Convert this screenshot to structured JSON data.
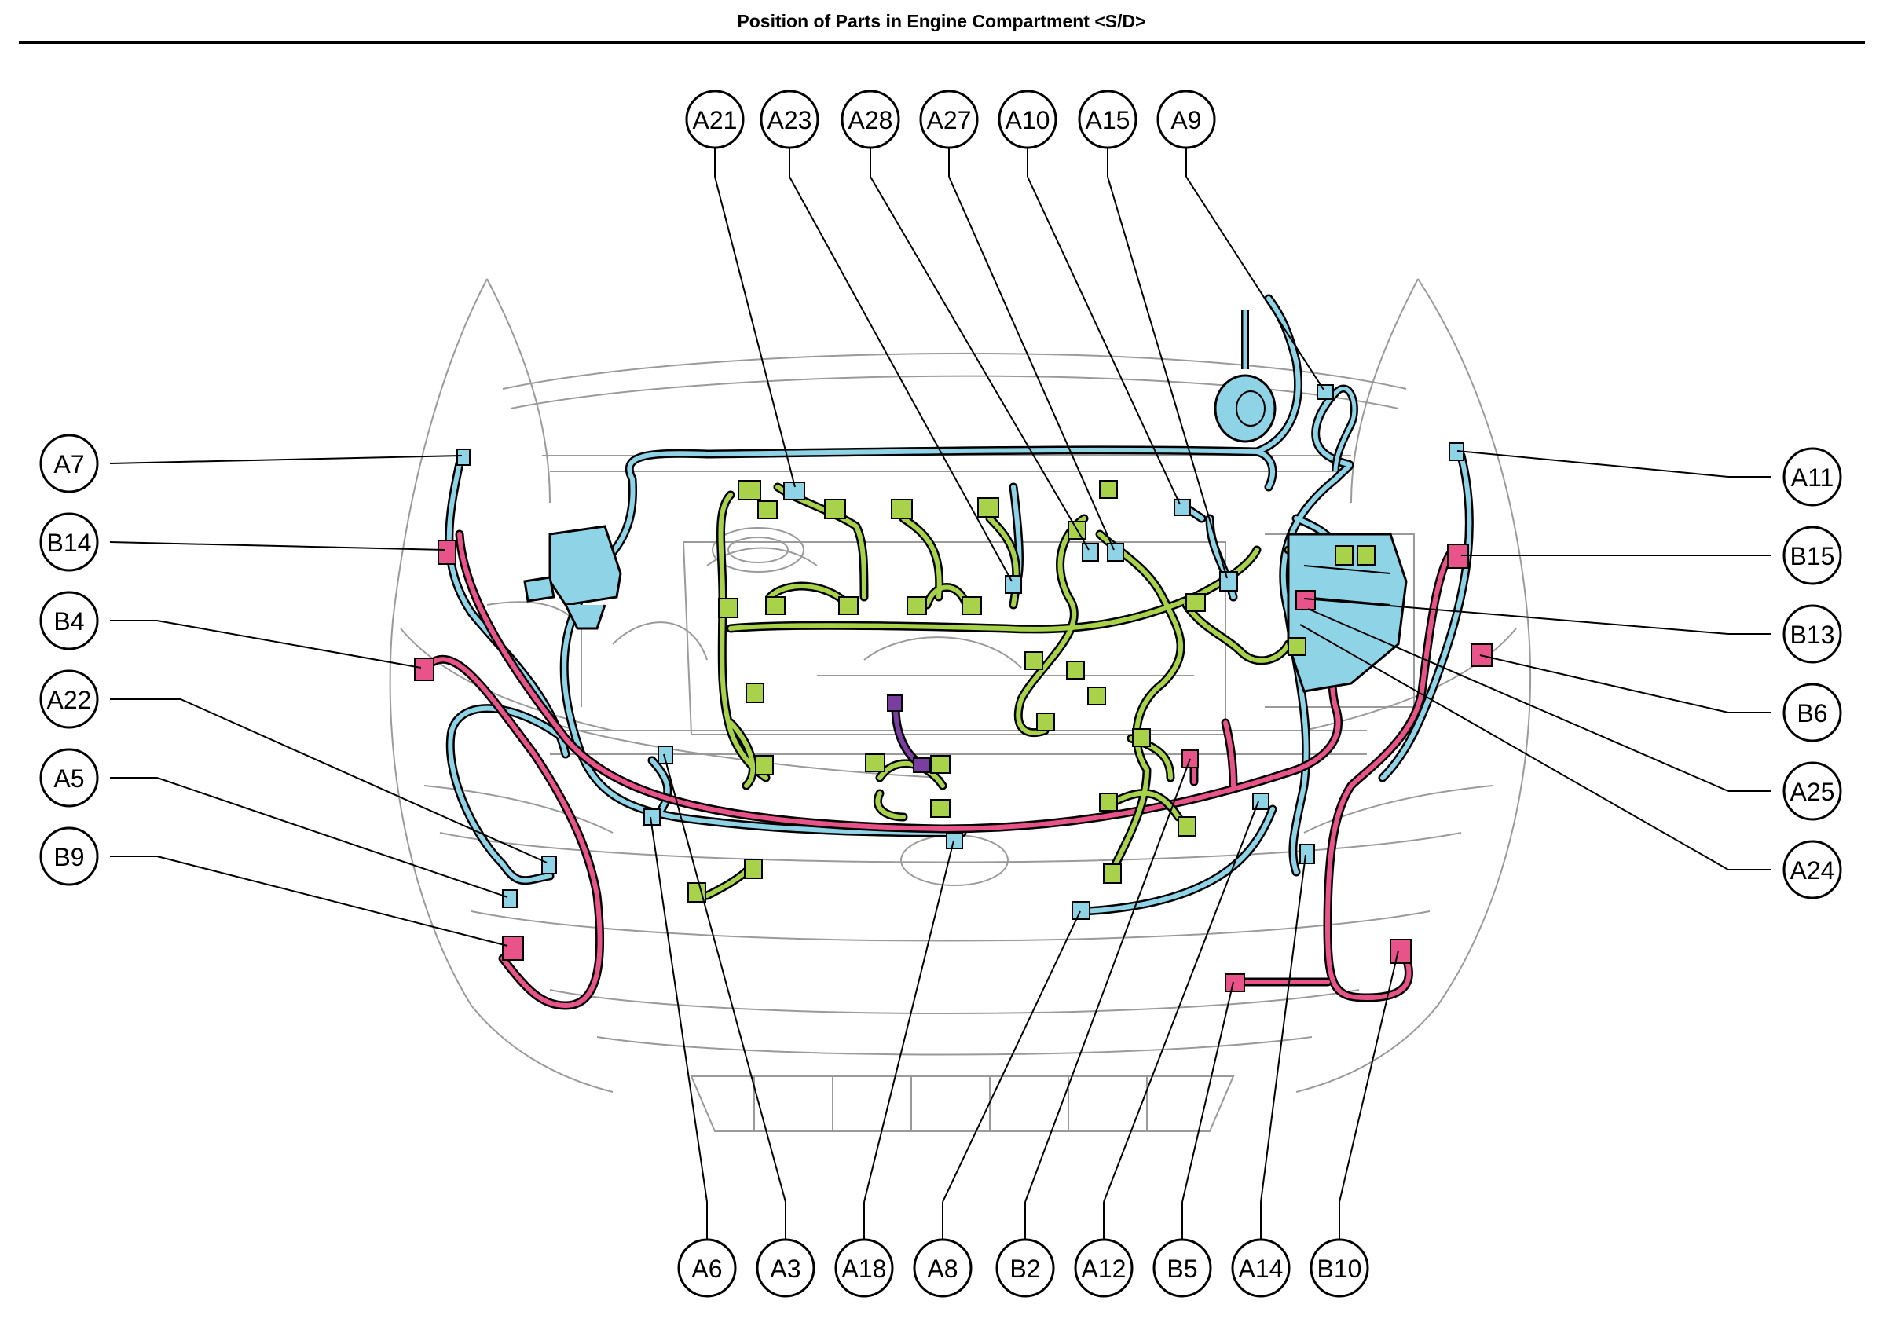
{
  "title": "Position of Parts in Engine Compartment <S/D>",
  "colors": {
    "harness_blue": "#8ed3e6",
    "harness_pink": "#e8548a",
    "harness_green": "#a8d24a",
    "harness_purple": "#7a3ea0",
    "outline": "#000000",
    "car_line": "#9a9a9a"
  },
  "icons": {
    "blue_connector": "blue-connector-icon",
    "pink_connector": "pink-connector-icon",
    "green_connector": "green-connector-icon"
  },
  "callouts": {
    "top": [
      "A21",
      "A23",
      "A28",
      "A27",
      "A10",
      "A15",
      "A9"
    ],
    "left": [
      "A7",
      "B14",
      "B4",
      "A22",
      "A5",
      "B9"
    ],
    "right": [
      "A11",
      "B15",
      "B13",
      "B6",
      "A25",
      "A24"
    ],
    "bottom": [
      "A6",
      "A3",
      "A18",
      "A8",
      "B2",
      "A12",
      "B5",
      "A14",
      "B10"
    ]
  }
}
